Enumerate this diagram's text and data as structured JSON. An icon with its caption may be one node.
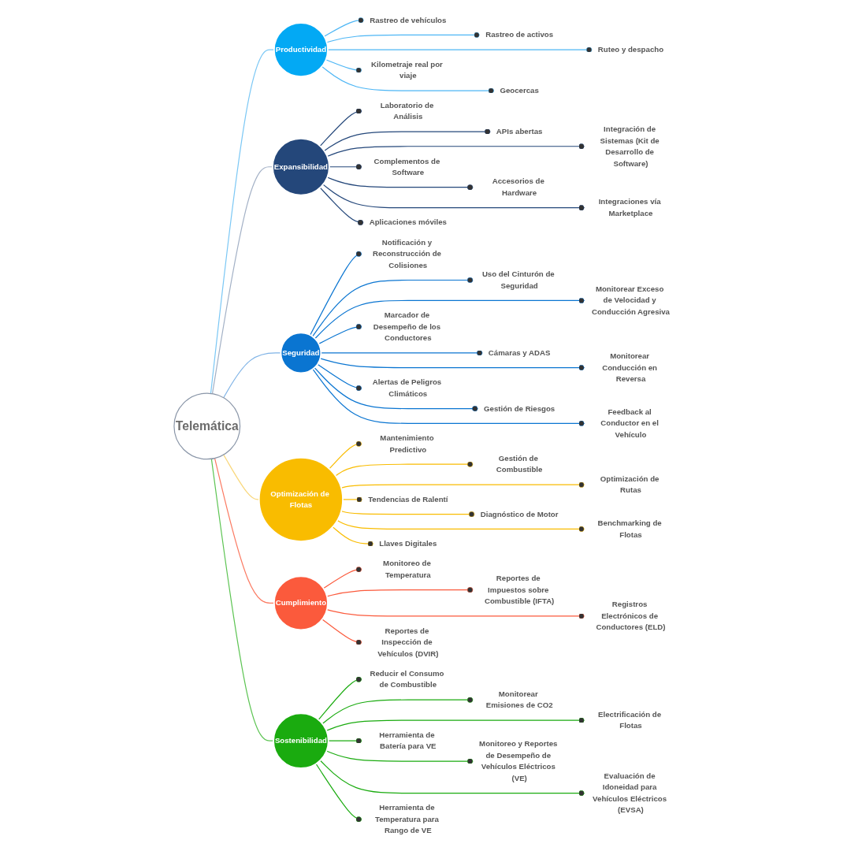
{
  "diagram": {
    "nodes": [
      {
        "text": [
          "Telemática"
        ]
      },
      {
        "text": [
          "Productividad"
        ]
      },
      {
        "text": [
          "Rastreo de vehículos"
        ]
      },
      {
        "text": [
          "Rastreo de activos"
        ]
      },
      {
        "text": [
          "Ruteo y despacho"
        ]
      },
      {
        "text": [
          "Kilometraje real por viaje"
        ]
      },
      {
        "text": [
          "Geocercas"
        ]
      },
      {
        "text": [
          "Expansibilidad"
        ]
      },
      {
        "text": [
          "Laboratorio de Análisis"
        ]
      },
      {
        "text": [
          "APIs abertas"
        ]
      },
      {
        "text": [
          "Integración de Sistemas (Kit de Desarrollo de Software)"
        ]
      },
      {
        "text": [
          "Complementos de Software"
        ]
      },
      {
        "text": [
          "Accesorios de Hardware"
        ]
      },
      {
        "text": [
          "Integraciones vía Marketplace"
        ]
      },
      {
        "text": [
          "Aplicaciones móviles"
        ]
      },
      {
        "text": [
          "Seguridad"
        ]
      },
      {
        "text": [
          "Notificación y Reconstrucción de Colisiones"
        ]
      },
      {
        "text": [
          "Uso del Cinturón de Seguridad"
        ]
      },
      {
        "text": [
          "Monitorear Exceso de Velocidad y Conducción Agresiva"
        ]
      },
      {
        "text": [
          "Marcador de Desempeño de los Conductores"
        ]
      },
      {
        "text": [
          "Cámaras y ADAS"
        ]
      },
      {
        "text": [
          "Monitorear Conducción en Reversa"
        ]
      },
      {
        "text": [
          "Alertas de Peligros Climáticos"
        ]
      },
      {
        "text": [
          "Gestión de Riesgos"
        ]
      },
      {
        "text": [
          "Feedback al Conductor en el Vehículo"
        ]
      },
      {
        "text": [
          "Optimización de Flotas"
        ]
      },
      {
        "text": [
          "Mantenimiento Predictivo"
        ]
      },
      {
        "text": [
          "Gestión de Combustible"
        ]
      },
      {
        "text": [
          "Optimización de Rutas"
        ]
      },
      {
        "text": [
          "Tendencias de Ralentí"
        ]
      },
      {
        "text": [
          "Diagnóstico de Motor"
        ]
      },
      {
        "text": [
          "Benchmarking de Flotas"
        ]
      },
      {
        "text": [
          "Llaves Digitales"
        ]
      },
      {
        "text": [
          "Cumplimiento"
        ]
      },
      {
        "text": [
          "Monitoreo de Temperatura"
        ]
      },
      {
        "text": [
          "Reportes de Impuestos sobre Combustible (IFTA)"
        ]
      },
      {
        "text": [
          "Registros Electrónicos de Conductores (ELD)"
        ]
      },
      {
        "text": [
          "Reportes de Inspección de Vehículos (DVIR)"
        ]
      },
      {
        "text": [
          "Sostenibilidad"
        ]
      },
      {
        "text": [
          "Reducir el Consumo de Combustible"
        ]
      },
      {
        "text": [
          "Monitorear Emisiones de CO2"
        ]
      },
      {
        "text": [
          "Electrificación de Flotas"
        ]
      },
      {
        "text": [
          "Herramienta de Batería para VE"
        ]
      },
      {
        "text": [
          "Monitoreo y Reportes de Desempeño de Vehículos Eléctricos (VE)"
        ]
      },
      {
        "text": [
          "Evaluación de Idoneidad para Vehículos Eléctricos (EVSA)"
        ]
      },
      {
        "text": [
          "Herramienta de Temperatura para Rango de VE"
        ]
      }
    ],
    "edges": [
      {
        "from": 0,
        "to": 1,
        "arrow": "none",
        "color": "#7cc8f5"
      },
      {
        "from": 1,
        "to": 2,
        "arrow": "other",
        "color": "#4db6f5"
      },
      {
        "from": 1,
        "to": 3,
        "arrow": "other",
        "color": "#4db6f5"
      },
      {
        "from": 1,
        "to": 4,
        "arrow": "other",
        "color": "#4db6f5"
      },
      {
        "from": 1,
        "to": 5,
        "arrow": "other",
        "color": "#4db6f5"
      },
      {
        "from": 1,
        "to": 6,
        "arrow": "other",
        "color": "#4db6f5"
      },
      {
        "from": 0,
        "to": 7,
        "arrow": "none",
        "color": "#a3b1c6"
      },
      {
        "from": 7,
        "to": 8,
        "arrow": "other",
        "color": "#24477a"
      },
      {
        "from": 7,
        "to": 9,
        "arrow": "other",
        "color": "#24477a"
      },
      {
        "from": 7,
        "to": 10,
        "arrow": "other",
        "color": "#24477a"
      },
      {
        "from": 7,
        "to": 11,
        "arrow": "other",
        "color": "#24477a"
      },
      {
        "from": 7,
        "to": 12,
        "arrow": "other",
        "color": "#24477a"
      },
      {
        "from": 7,
        "to": 13,
        "arrow": "other",
        "color": "#24477a"
      },
      {
        "from": 7,
        "to": 14,
        "arrow": "other",
        "color": "#24477a"
      },
      {
        "from": 0,
        "to": 15,
        "arrow": "none",
        "color": "#7fb3e6"
      },
      {
        "from": 15,
        "to": 16,
        "arrow": "other",
        "color": "#0a75d1"
      },
      {
        "from": 15,
        "to": 17,
        "arrow": "other",
        "color": "#0a75d1"
      },
      {
        "from": 15,
        "to": 18,
        "arrow": "other",
        "color": "#0a75d1"
      },
      {
        "from": 15,
        "to": 19,
        "arrow": "other",
        "color": "#0a75d1"
      },
      {
        "from": 15,
        "to": 20,
        "arrow": "other",
        "color": "#0a75d1"
      },
      {
        "from": 15,
        "to": 21,
        "arrow": "other",
        "color": "#0a75d1"
      },
      {
        "from": 15,
        "to": 22,
        "arrow": "other",
        "color": "#0a75d1"
      },
      {
        "from": 15,
        "to": 23,
        "arrow": "other",
        "color": "#0a75d1"
      },
      {
        "from": 15,
        "to": 24,
        "arrow": "other",
        "color": "#0a75d1"
      },
      {
        "from": 0,
        "to": 25,
        "arrow": "none",
        "color": "#f9d77a"
      },
      {
        "from": 25,
        "to": 26,
        "arrow": "other",
        "color": "#f9bc00"
      },
      {
        "from": 25,
        "to": 27,
        "arrow": "other",
        "color": "#f9bc00"
      },
      {
        "from": 25,
        "to": 28,
        "arrow": "other",
        "color": "#f9bc00"
      },
      {
        "from": 25,
        "to": 29,
        "arrow": "other",
        "color": "#f9bc00"
      },
      {
        "from": 25,
        "to": 30,
        "arrow": "other",
        "color": "#f9bc00"
      },
      {
        "from": 25,
        "to": 31,
        "arrow": "other",
        "color": "#f9bc00"
      },
      {
        "from": 25,
        "to": 32,
        "arrow": "other",
        "color": "#f9bc00"
      },
      {
        "from": 0,
        "to": 33,
        "arrow": "none",
        "color": "#fb7a62"
      },
      {
        "from": 33,
        "to": 34,
        "arrow": "other",
        "color": "#fb5a3c"
      },
      {
        "from": 33,
        "to": 35,
        "arrow": "other",
        "color": "#fb5a3c"
      },
      {
        "from": 33,
        "to": 36,
        "arrow": "other",
        "color": "#fb5a3c"
      },
      {
        "from": 33,
        "to": 37,
        "arrow": "other",
        "color": "#fb5a3c"
      },
      {
        "from": 0,
        "to": 38,
        "arrow": "none",
        "color": "#5cc452"
      },
      {
        "from": 38,
        "to": 39,
        "arrow": "other",
        "color": "#1aab0f"
      },
      {
        "from": 38,
        "to": 40,
        "arrow": "other",
        "color": "#1aab0f"
      },
      {
        "from": 38,
        "to": 41,
        "arrow": "other",
        "color": "#1aab0f"
      },
      {
        "from": 38,
        "to": 42,
        "arrow": "other",
        "color": "#1aab0f"
      },
      {
        "from": 38,
        "to": 43,
        "arrow": "other",
        "color": "#1aab0f"
      },
      {
        "from": 38,
        "to": 44,
        "arrow": "other",
        "color": "#1aab0f"
      },
      {
        "from": 38,
        "to": 45,
        "arrow": "other",
        "color": "#1aab0f"
      }
    ]
  }
}
